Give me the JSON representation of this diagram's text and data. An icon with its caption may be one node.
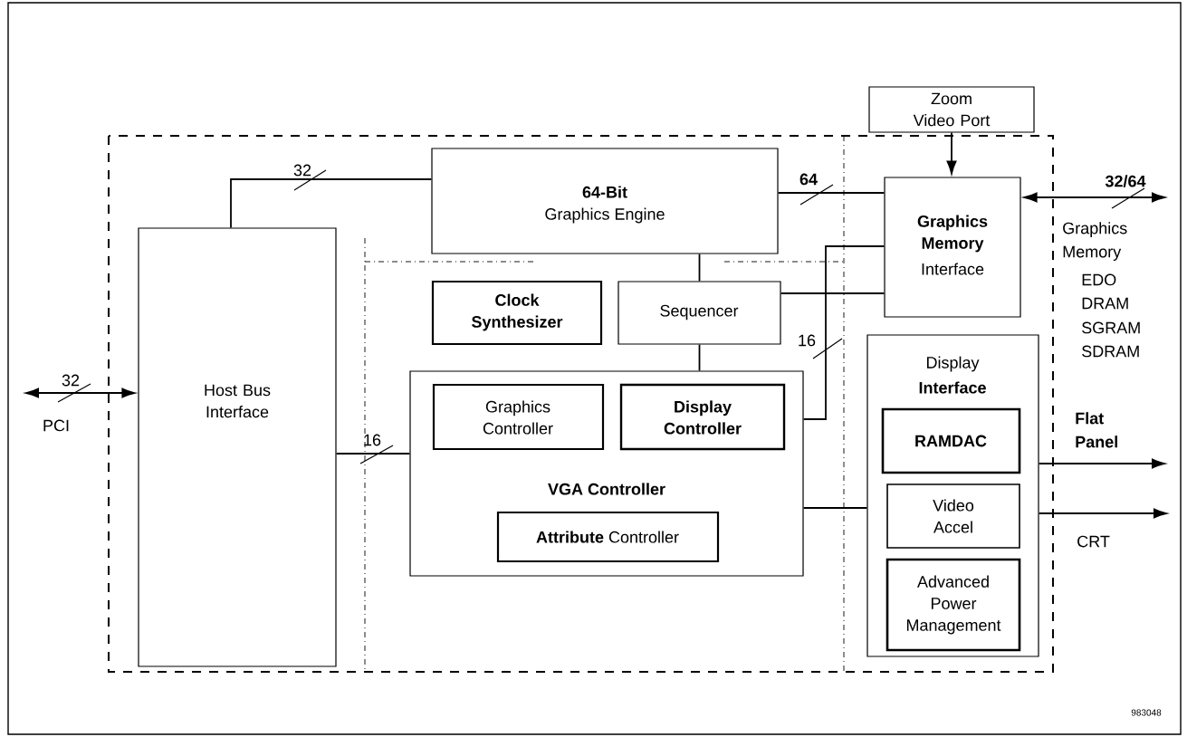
{
  "diagram": {
    "nodes": [
      {
        "text": [
          "Zoom Video Port"
        ]
      },
      {
        "text": [
          "64-Bit",
          "Graphics Engine"
        ]
      },
      {
        "text": [
          "Graphics Memory",
          "Interface"
        ]
      },
      {
        "text": [
          "Host Bus Interface"
        ]
      },
      {
        "text": [
          "Clock Synthesizer"
        ]
      },
      {
        "text": [
          "Sequencer"
        ]
      },
      {
        "text": [
          "VGA Controller"
        ]
      },
      {
        "text": [
          "Graphics Controller"
        ],
        "in": 6
      },
      {
        "text": [
          "Display Controller"
        ],
        "in": 6
      },
      {
        "text": [
          "**Attribute** Controller"
        ],
        "in": 6
      },
      {
        "text": [
          "Display",
          "Interface"
        ]
      },
      {
        "text": [
          "RAMDAC"
        ],
        "in": 10
      },
      {
        "text": [
          "Video Accel"
        ],
        "in": 10
      },
      {
        "text": [
          "Advanced Power Management"
        ],
        "in": 10
      }
    ],
    "edges": [
      {
        "from": null,
        "to": 3,
        "arrow": "both",
        "label": "32"
      },
      {
        "from": 3,
        "to": 1,
        "arrow": "none",
        "label": "32"
      },
      {
        "from": 1,
        "to": 2,
        "arrow": "none",
        "label": "64"
      },
      {
        "from": 0,
        "to": 2,
        "arrow": "to"
      },
      {
        "from": 2,
        "to": null,
        "arrow": "both",
        "label": "32/64"
      },
      {
        "from": 1,
        "to": 5,
        "arrow": "none"
      },
      {
        "from": 5,
        "to": 6,
        "arrow": "none"
      },
      {
        "from": 5,
        "to": 2,
        "arrow": "none"
      },
      {
        "from": 6,
        "to": 2,
        "arrow": "none",
        "label": "16"
      },
      {
        "from": 3,
        "to": 6,
        "arrow": "none",
        "label": "16"
      },
      {
        "from": 6,
        "to": 10,
        "arrow": "none"
      },
      {
        "from": 10,
        "to": null,
        "arrow": "to"
      },
      {
        "from": 10,
        "to": null,
        "arrow": "to"
      }
    ],
    "labels": [
      "PCI",
      "Graphics Memory",
      "EDO",
      "DRAM",
      "SGRAM",
      "SDRAM",
      "Flat Panel",
      "CRT",
      "983048"
    ]
  }
}
